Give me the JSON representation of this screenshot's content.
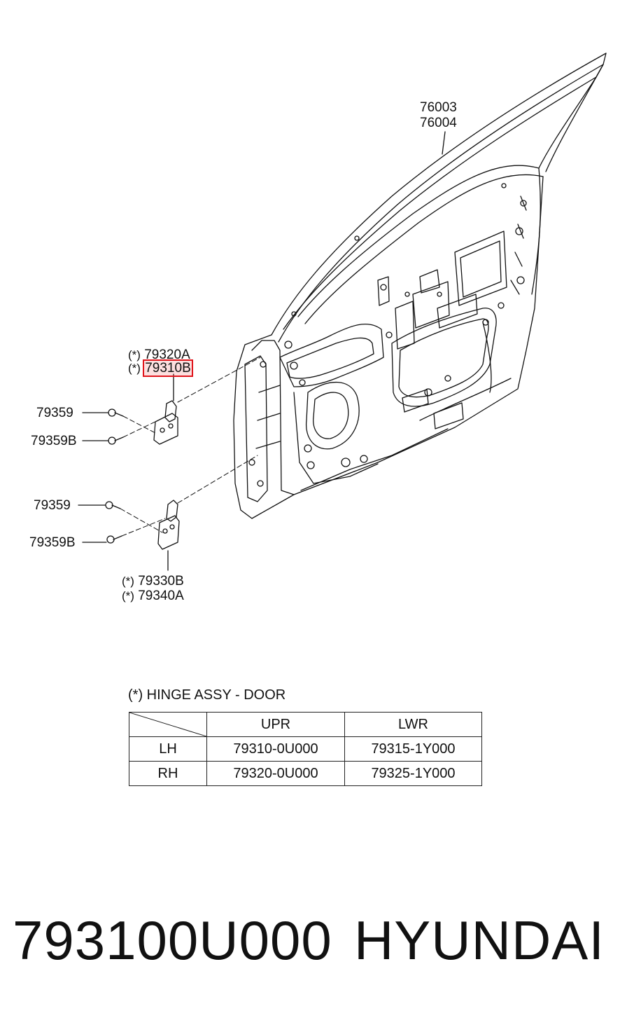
{
  "diagram": {
    "callouts": {
      "door_panel": [
        "76003",
        "76004"
      ],
      "upper_hinge": {
        "rh": "79320A",
        "lh": "79310B"
      },
      "upper_bolt_a": "79359",
      "upper_bolt_b": "79359B",
      "lower_bolt_a": "79359",
      "lower_bolt_b": "79359B",
      "lower_hinge": {
        "lh": "79330B",
        "rh": "79340A"
      }
    },
    "star_mark": "(*)",
    "highlighted_callout": "79310B"
  },
  "legend": {
    "title": "(*) HINGE ASSY - DOOR",
    "table": {
      "headers": [
        "",
        "UPR",
        "LWR"
      ],
      "rows": [
        [
          "LH",
          "79310-0U000",
          "79315-1Y000"
        ],
        [
          "RH",
          "79320-0U000",
          "79325-1Y000"
        ]
      ]
    }
  },
  "footer": {
    "part_number": "793100U000",
    "brand": "HYUNDAI"
  },
  "colors": {
    "line": "#111111",
    "highlight": "#e0141b"
  }
}
